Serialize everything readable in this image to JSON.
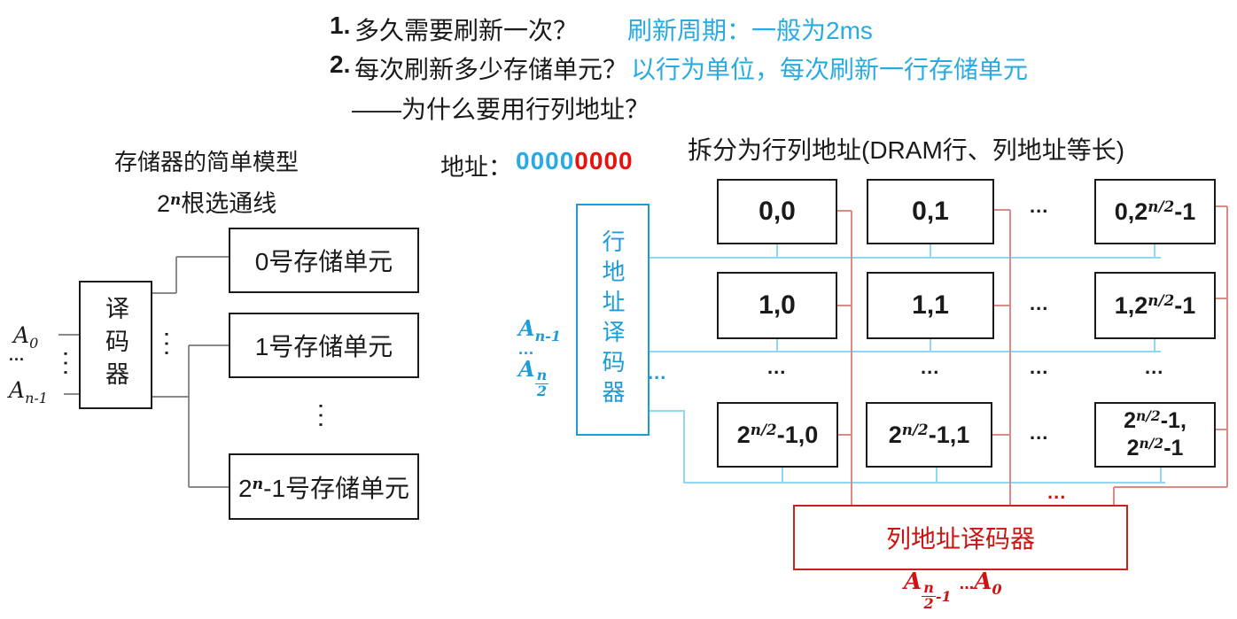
{
  "colors": {
    "accent_blue": "#29abe2",
    "diagram_blue": "#1e9cd8",
    "wire_blue": "#90d8f2",
    "wire_red": "#d98c86",
    "wire_gray": "#787878",
    "red_text": "#cc1512",
    "address_red": "#e8110c",
    "text": "#1a1a1a"
  },
  "dots": "...",
  "questions": {
    "q1_num": "1.",
    "q1": "多久需要刷新一次？",
    "a1": "刷新周期：一般为2ms",
    "q2_num": "2.",
    "q2": "每次刷新多少存储单元？",
    "a2": "以行为单位，每次刷新一行存储单元",
    "q3": "——为什么要用行列地址？"
  },
  "address": {
    "label": "地址：",
    "row_bits": "0000",
    "col_bits": "0000"
  },
  "left": {
    "title": "存储器的简单模型",
    "subtitle": {
      "pre": "2",
      "sup": "n",
      "post": "根选通线"
    },
    "decoder": "译码器",
    "input_top": {
      "base": "A",
      "sub": "0"
    },
    "input_bottom": {
      "base": "A",
      "sub": "n-1"
    },
    "cells": {
      "c0": "0号存储单元",
      "c1": "1号存储单元",
      "c2": {
        "pre": "2",
        "sup": "n",
        "post": "-1号存储单元"
      }
    }
  },
  "right": {
    "title": "拆分为行列地址(DRAM行、列地址等长)",
    "row_decoder": "行地址译码器",
    "col_decoder": "列地址译码器",
    "row_input_top": {
      "base": "A",
      "sub": "n-1"
    },
    "row_input_bottom": {
      "base": "A",
      "num": "n",
      "den": "2"
    },
    "col_input": {
      "base": "A",
      "num": "n",
      "den": "2",
      "tail": "-1",
      "dots": "...",
      "base2": "A",
      "sub2": "0"
    },
    "grid": {
      "r0c0": {
        "pre": "0,0"
      },
      "r0c1": {
        "pre": "0,1"
      },
      "r0c3": {
        "pre": "0,2",
        "sup": "n/2",
        "post": "-1"
      },
      "r1c0": {
        "pre": "1,0"
      },
      "r1c1": {
        "pre": "1,1"
      },
      "r1c3": {
        "pre": "1,2",
        "sup": "n/2",
        "post": "-1"
      },
      "r3c0": {
        "pre": "2",
        "sup": "n/2",
        "post": "-1,0"
      },
      "r3c1": {
        "pre": "2",
        "sup": "n/2",
        "post": "-1,1"
      },
      "r3c3a": {
        "pre": "2",
        "sup": "n/2",
        "post": "-1,"
      },
      "r3c3b": {
        "pre": "2",
        "sup": "n/2",
        "post": "-1"
      }
    }
  }
}
